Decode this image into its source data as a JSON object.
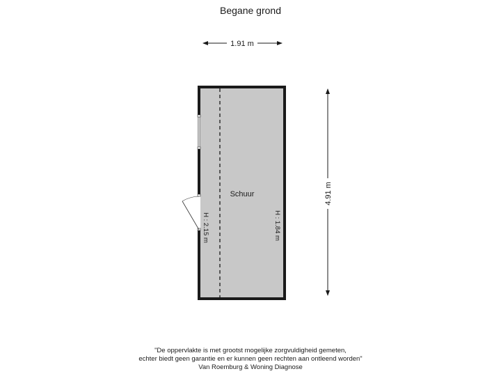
{
  "floor_title": "Begane grond",
  "dimensions": {
    "width": "1.91 m",
    "length": "4.91 m"
  },
  "room": {
    "name": "Schuur",
    "height_left": "H : 2.15 m",
    "height_right": "H : 1.84 m"
  },
  "disclaimer": {
    "line1": "\"De oppervlakte is met grootst mogelijke zorgvuldigheid gemeten,",
    "line2": "echter biedt geen garantie en er kunnen geen rechten aan ontleend worden\"",
    "line3": "Van Roemburg & Woning Diagnose"
  },
  "colors": {
    "wall": "#1a1a1a",
    "floor": "#c8c8c8"
  }
}
